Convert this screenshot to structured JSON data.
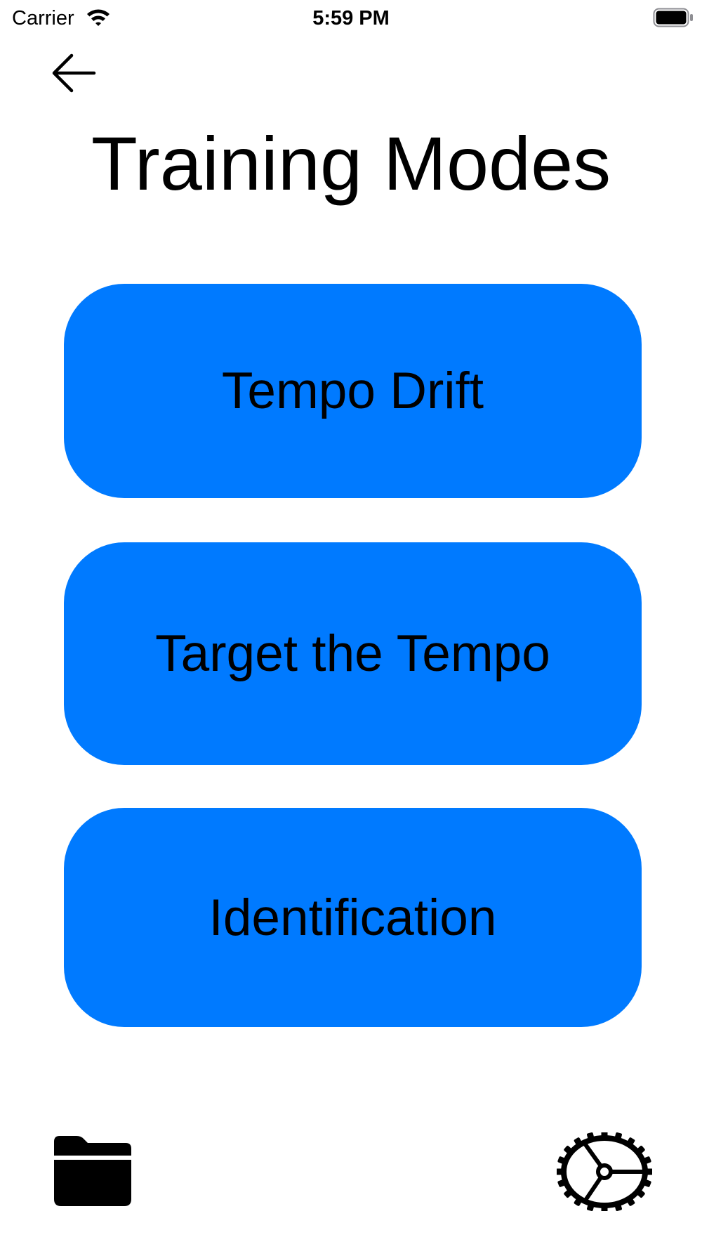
{
  "status_bar": {
    "carrier": "Carrier",
    "time": "5:59 PM",
    "wifi_icon": "wifi-icon",
    "battery_icon": "battery-full-icon"
  },
  "nav": {
    "back_icon": "arrow-left-icon"
  },
  "page": {
    "title": "Training Modes"
  },
  "modes": [
    {
      "label": "Tempo Drift"
    },
    {
      "label": "Target the Tempo"
    },
    {
      "label": "Identification"
    }
  ],
  "toolbar": {
    "folder_icon": "folder-icon",
    "settings_icon": "gear-icon"
  },
  "colors": {
    "accent": "#007AFF",
    "text": "#000000",
    "background": "#FFFFFF"
  }
}
